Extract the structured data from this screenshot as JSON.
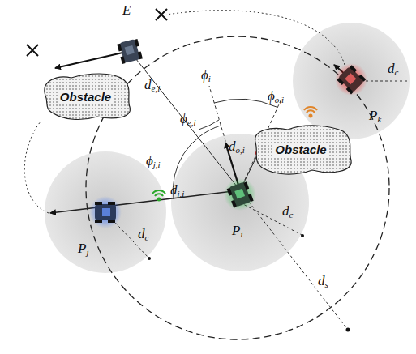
{
  "diagram": {
    "nodes": [
      {
        "text": [
          "Obstacle"
        ]
      },
      {
        "text": [
          "Obstacle"
        ]
      }
    ],
    "labels": [
      "E",
      "ϕi",
      "ϕo,i",
      "ϕe,i",
      "de,i",
      "do,i",
      "Pk",
      "dc",
      "ϕj,i",
      "dj,i",
      "Pi",
      "dc",
      "Pj",
      "dc",
      "ds"
    ]
  }
}
